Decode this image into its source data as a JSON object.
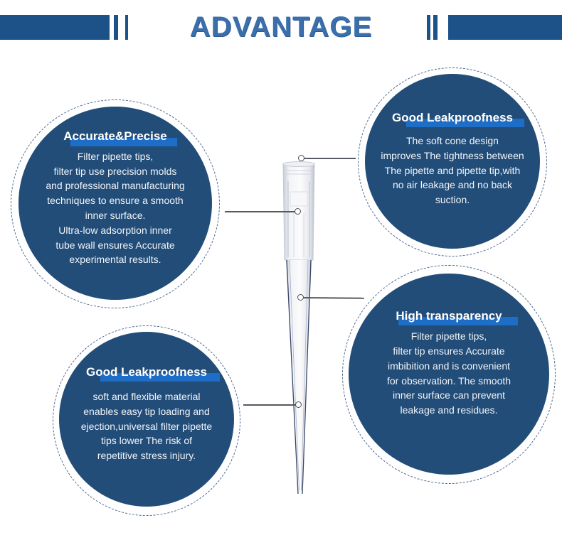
{
  "header": {
    "title": "ADVANTAGE",
    "accent_color": "#1d5289",
    "title_color": "#3b6fac"
  },
  "features": [
    {
      "title": "Accurate&Precise",
      "lines": [
        "Filter pipette tips,",
        "filter tip use precision molds",
        "and professional manufacturing",
        "techniques to ensure a smooth",
        "inner surface.",
        "Ultra-low adsorption inner",
        "tube wall ensures Accurate",
        "experimental results."
      ]
    },
    {
      "title": "Good Leakproofness",
      "lines": [
        "The soft cone design",
        "improves The tightness between",
        "The pipette and pipette tip,with",
        "no air leakage and no back",
        "suction."
      ]
    },
    {
      "title": "High transparency",
      "lines": [
        "Filter pipette tips,",
        "filter tip ensures Accurate",
        "imbibition and is convenient",
        "for observation. The smooth",
        "inner surface can prevent",
        "leakage and residues."
      ]
    },
    {
      "title": "Good Leakproofness",
      "lines": [
        "soft and flexible material",
        "enables easy tip loading and",
        "ejection,universal filter pipette",
        "tips lower The risk of",
        "repetitive stress injury."
      ]
    }
  ],
  "colors": {
    "disc_fill": "#224d79",
    "title_underline": "#1e6dc6",
    "ring_dash": "#4a6790",
    "leader_line": "#555a60"
  },
  "product_image": "pipette-tip-illustration"
}
